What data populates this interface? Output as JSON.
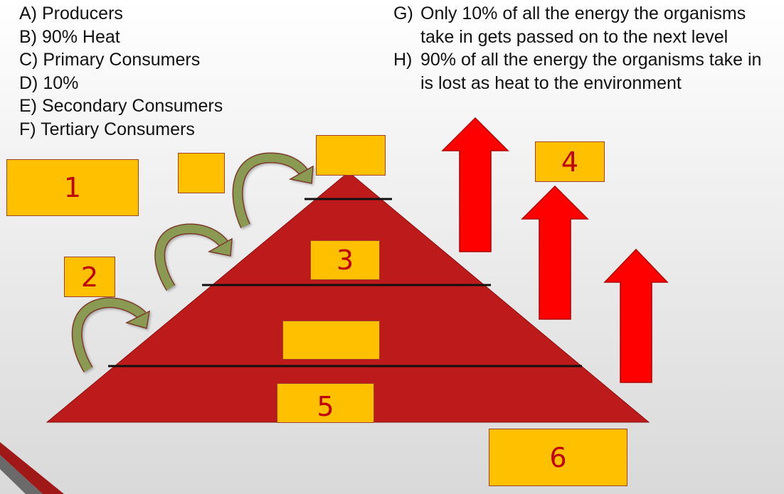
{
  "legend_left": [
    {
      "key": "A)",
      "text": "Producers"
    },
    {
      "key": "B)",
      "text": "90% Heat"
    },
    {
      "key": "C)",
      "text": "Primary Consumers"
    },
    {
      "key": "D)",
      "text": "10%"
    },
    {
      "key": "E)",
      "text": "Secondary Consumers"
    },
    {
      "key": "F)",
      "text": "Tertiary Consumers"
    }
  ],
  "legend_right": [
    {
      "key": "G)",
      "text": "Only 10% of all the energy the organisms take in gets passed on to the next level"
    },
    {
      "key": "H)",
      "text": "90% of all the energy the organisms take in is lost as heat to the environment"
    }
  ],
  "boxes": {
    "box_1": "1",
    "box_small_top": "",
    "box_apex": "",
    "box_2": "2",
    "box_3": "3",
    "box_level2": "",
    "box_4": "4",
    "box_5": "5",
    "box_6": "6"
  },
  "colors": {
    "pyramid": "#bd1b1b",
    "box_fill": "#ffc000",
    "box_text": "#c00000",
    "heat_arrow": "#ff0000",
    "energy_arrow": "#8b9a52"
  }
}
